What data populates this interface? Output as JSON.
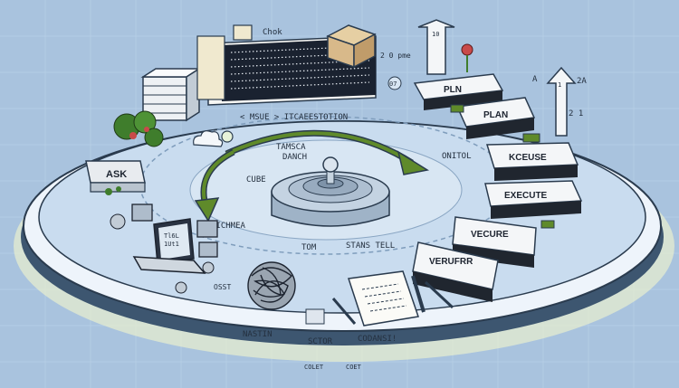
{
  "stage_labels": {
    "ask": "ASK",
    "pln": "PLN",
    "plan": "PLAN",
    "kcuse": "KCEUSE",
    "execute": "EXECUTE",
    "vecure": "VECURE",
    "verufrr": "VERUFRR"
  },
  "center_text": {
    "top_arc": "< MSUE > ITCAEESTOTION",
    "tamsca": "TAMSCA",
    "danch": "DANCH",
    "cube": "CUBE",
    "onitol": "ONITOL",
    "tichmea": "TICHMEA",
    "tom": "TOM",
    "stans_tell": "STANS TELL"
  },
  "rim_text": {
    "nastin": "NASTIN",
    "sctor": "SCTOR",
    "codansi": "CODANSI!",
    "colet": "COLET",
    "coet": "COET",
    "osst": "OSST"
  },
  "top_notes": {
    "chok": "Chok",
    "o_pme": "2 0 pme",
    "circle_07": "07",
    "arrow_10": "10",
    "a_left": "A",
    "a_right": "2A",
    "side_num": "2 1"
  },
  "laptop_screen": "Tl6L\n1Ut1",
  "colors": {
    "background": "#a9c3de",
    "disc": "#c9dcef",
    "disc_edge": "#eef4fb",
    "rim": "#3d5670",
    "arrow_green": "#5f8a2a",
    "plant_green": "#3f7d2c",
    "flower": "#c94a4a",
    "box": "#d8b98a"
  }
}
